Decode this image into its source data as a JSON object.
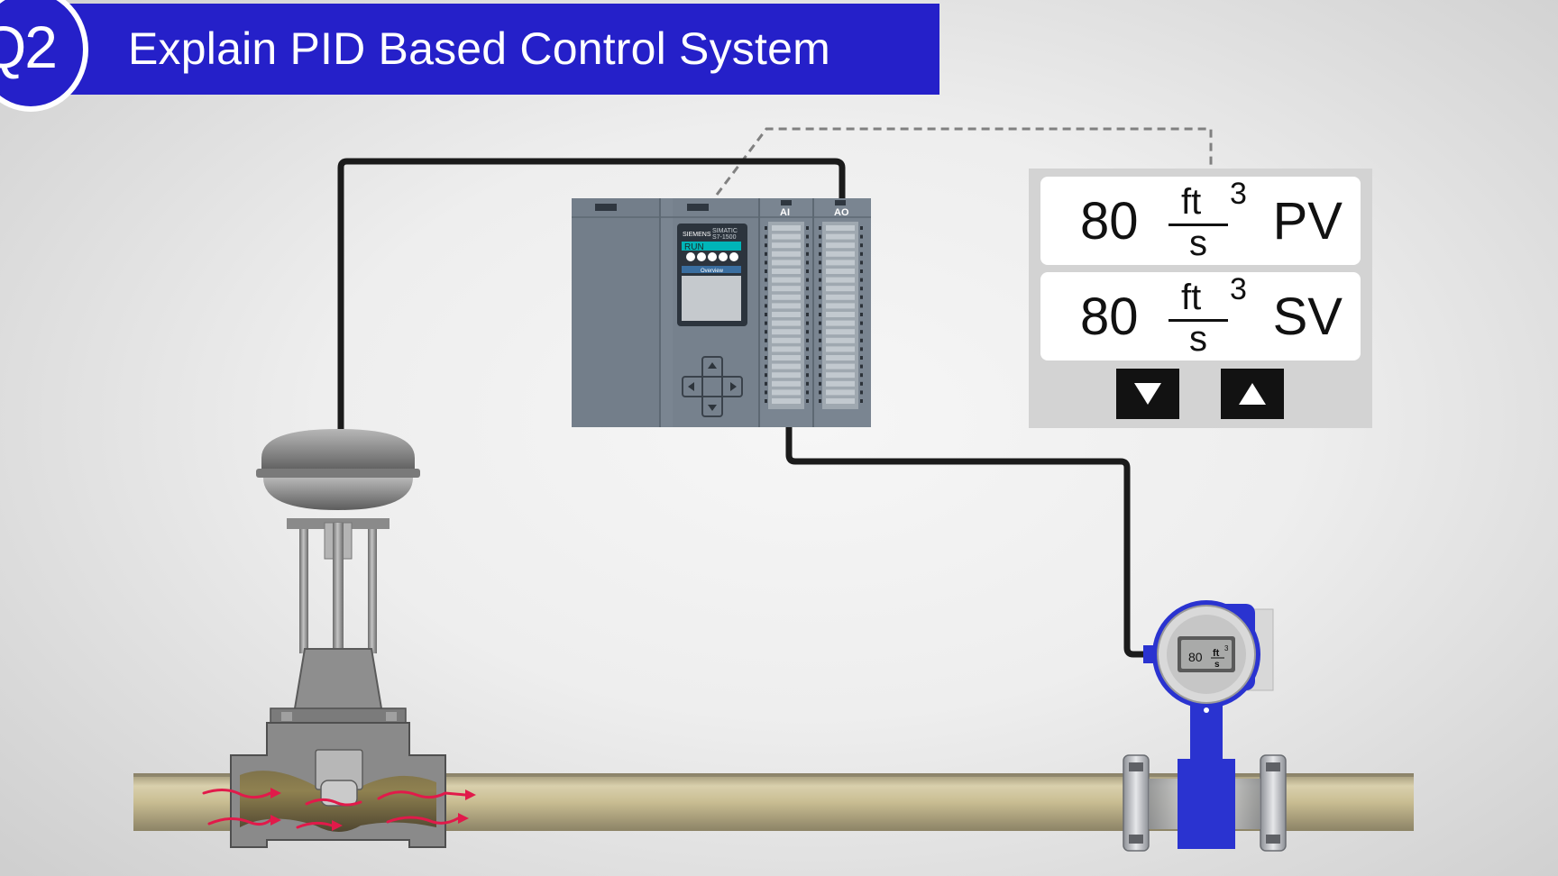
{
  "header": {
    "badge": "Q2",
    "title": "Explain PID Based Control System",
    "accent_color": "#2520c9"
  },
  "plc": {
    "brand": "SIEMENS",
    "model_line1": "SIMATIC",
    "model_line2": "S7-1500",
    "status": "RUN",
    "screen": "Overview",
    "module_ai": "AI",
    "module_ao": "AO"
  },
  "hmi": {
    "pv": {
      "value": "80",
      "unit_num": "ft",
      "unit_exp": "3",
      "unit_den": "s",
      "tag": "PV"
    },
    "sv": {
      "value": "80",
      "unit_num": "ft",
      "unit_exp": "3",
      "unit_den": "s",
      "tag": "SV"
    },
    "down_icon": "triangle-down-icon",
    "up_icon": "triangle-up-icon"
  },
  "flowmeter": {
    "value": "80",
    "unit_num": "ft",
    "unit_exp": "3",
    "unit_den": "s"
  }
}
